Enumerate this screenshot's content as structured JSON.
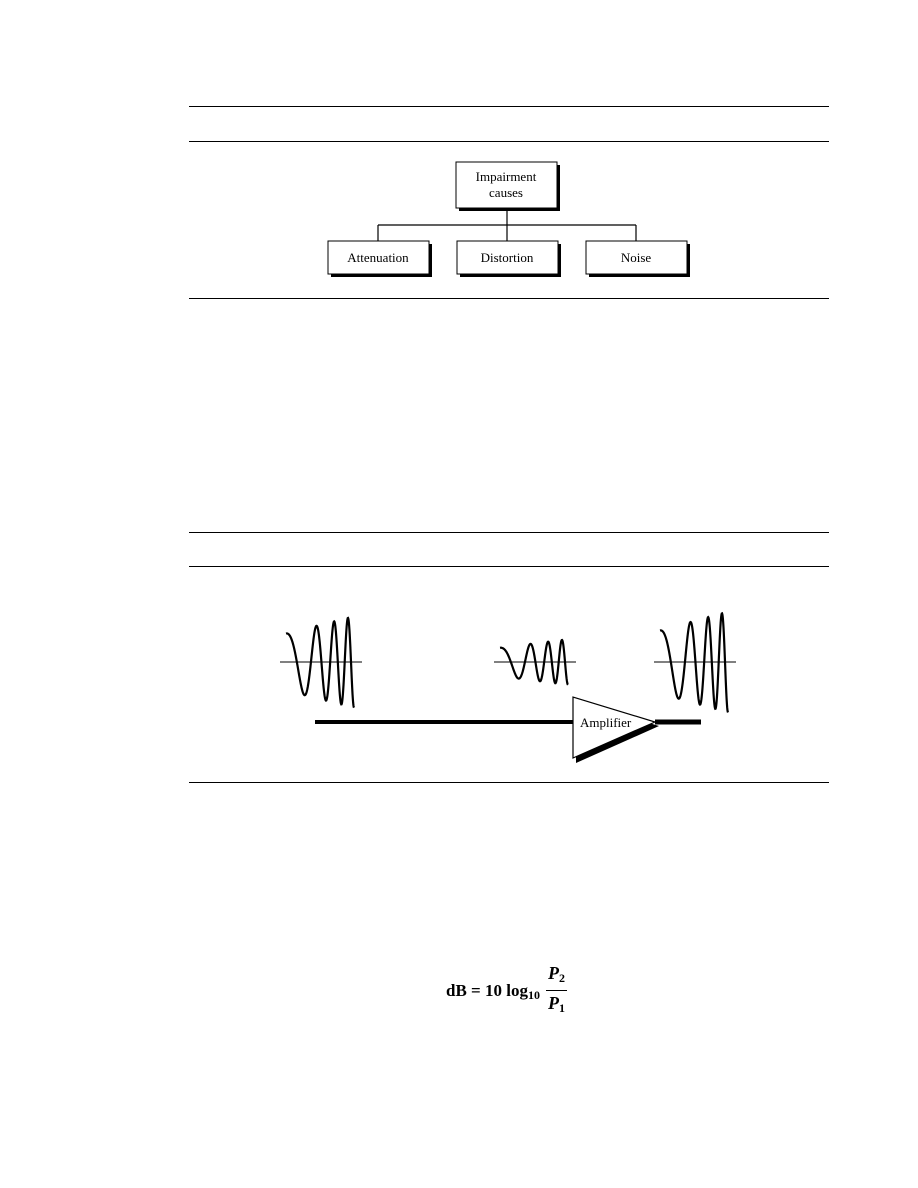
{
  "figure_impairment": {
    "root_label_line1": "Impairment",
    "root_label_line2": "causes",
    "children": [
      {
        "label": "Attenuation"
      },
      {
        "label": "Distortion"
      },
      {
        "label": "Noise"
      }
    ]
  },
  "figure_attenuation": {
    "amplifier_label": "Amplifier"
  },
  "formula": {
    "lhs": "dB = 10 log",
    "log_base": "10",
    "numerator": "P",
    "numerator_sub": "2",
    "denominator": "P",
    "denominator_sub": "1"
  }
}
